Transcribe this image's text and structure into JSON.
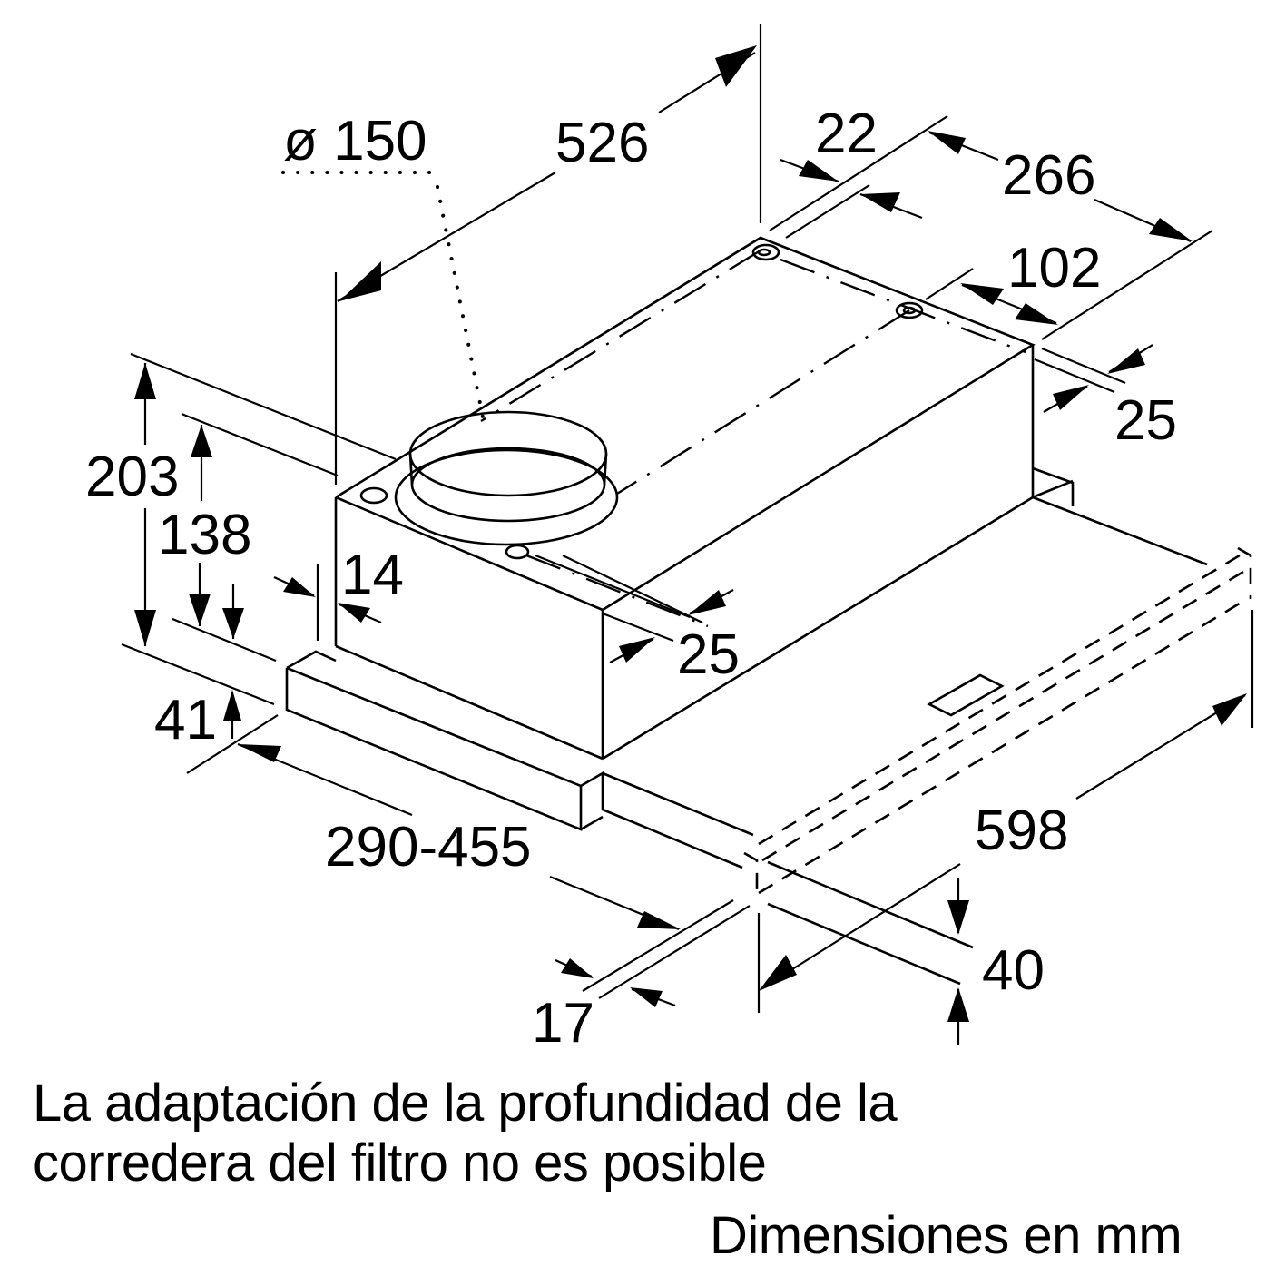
{
  "diagram": {
    "subject": "Telescopic cooker hood (extractor) dimensional drawing",
    "dimensions": {
      "duct_diameter": "ø 150",
      "depth_total": "526",
      "rear_offset": "22",
      "hole_distance_depth": "266",
      "hole_to_side": "102",
      "side_clearance_rear": "25",
      "side_clearance_front": "25",
      "height_total": "203",
      "body_height": "138",
      "wall_offset": "14",
      "front_panel_height": "41",
      "pull_out_range": "290-455",
      "width": "598",
      "panel_height": "40",
      "panel_thickness": "17"
    },
    "colors": {
      "line": "#000000",
      "background": "#ffffff"
    }
  },
  "captions": {
    "note_line1": "La adaptación de la profundidad de la",
    "note_line2": "corredera del filtro no es posible",
    "units": "Dimensiones en mm"
  }
}
